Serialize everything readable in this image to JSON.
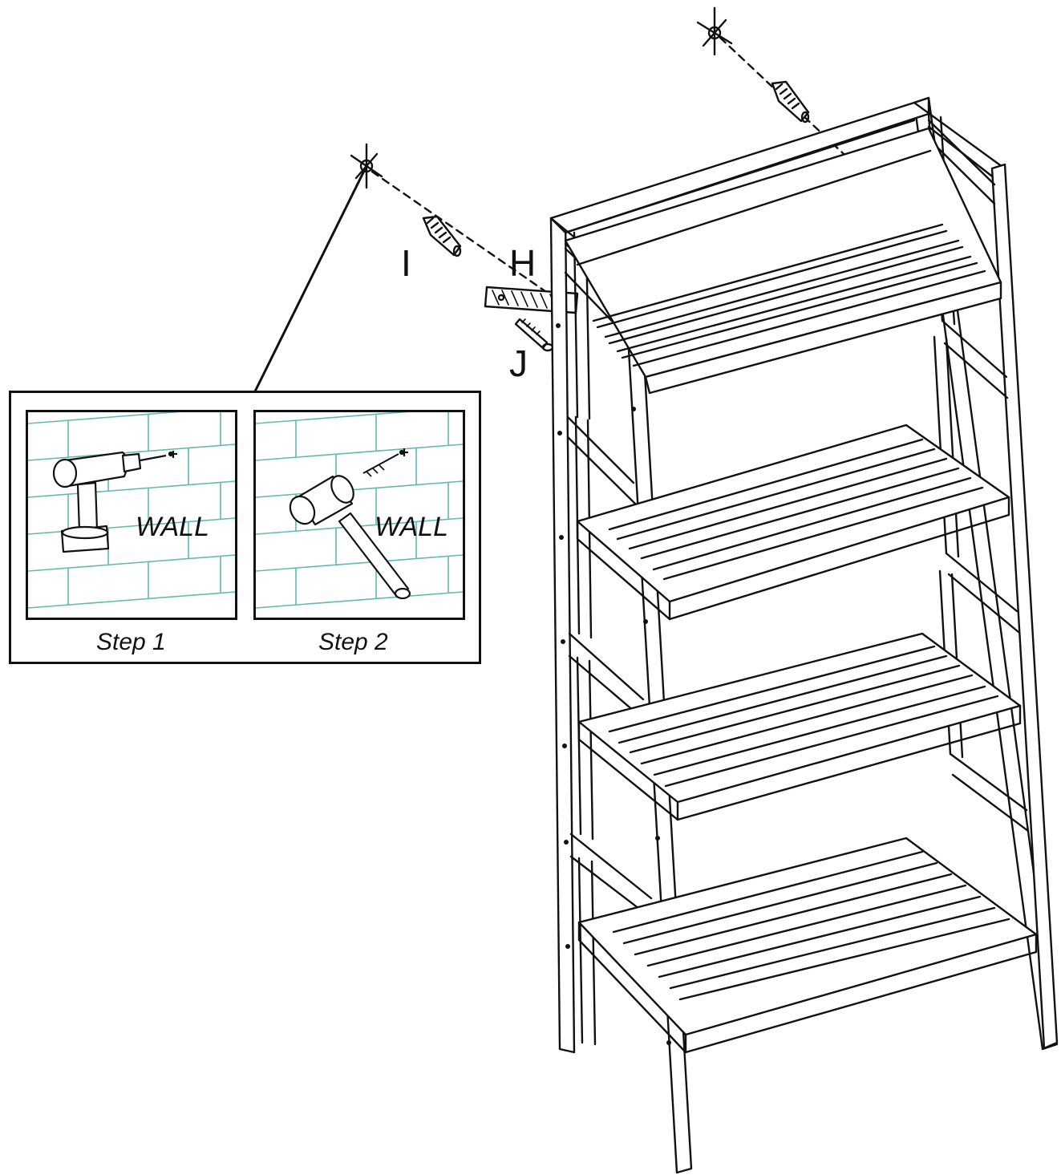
{
  "labels": {
    "part_i": "I",
    "part_h": "H",
    "part_j": "J"
  },
  "inset": {
    "step1": {
      "wall_label": "WALL",
      "caption": "Step 1"
    },
    "step2": {
      "wall_label": "WALL",
      "caption": "Step 2"
    }
  },
  "colors": {
    "line": "#111111",
    "brick": "#63b8b4",
    "background": "#ffffff"
  },
  "icons": {
    "step1_tool": "drill-icon",
    "step2_tool": "hammer-icon",
    "anchor": "wall-anchor-icon",
    "screw": "screw-icon",
    "bracket": "bracket-icon",
    "mark": "drill-mark-icon"
  }
}
